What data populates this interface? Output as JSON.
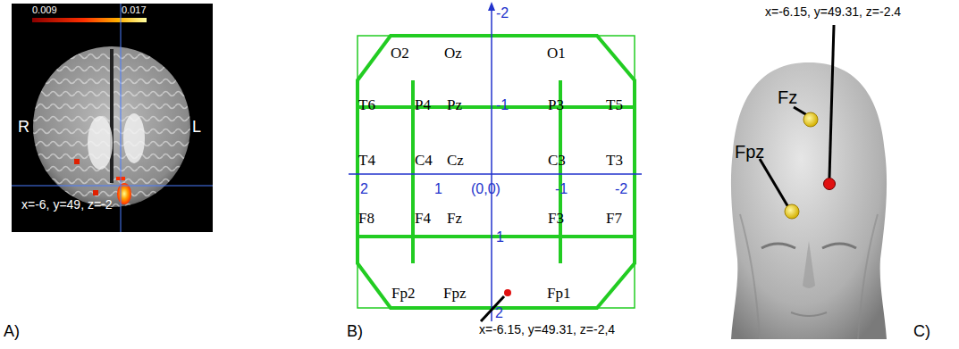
{
  "diagram": {
    "labels": [
      "0.009",
      "0.017",
      "R",
      "L",
      "x=-6, y=49, z=-2",
      "A)",
      "-2",
      "O2",
      "Oz",
      "O1",
      "T6",
      "P4",
      "Pz",
      "P3",
      "T5",
      "-1",
      "T4",
      "C4",
      "Cz",
      "C3",
      "T3",
      "2",
      "1",
      "(0,0)",
      "-1",
      "-2",
      "1",
      "F8",
      "F4",
      "Fz",
      "F3",
      "F7",
      "Fp2",
      "Fpz",
      "Fp1",
      "2",
      "x=-6.15, y=49.31, z=-2,4",
      "B)",
      "x=-6.15, y=49.31, z=-2.4",
      "Fz",
      "Fpz",
      "C)"
    ]
  }
}
